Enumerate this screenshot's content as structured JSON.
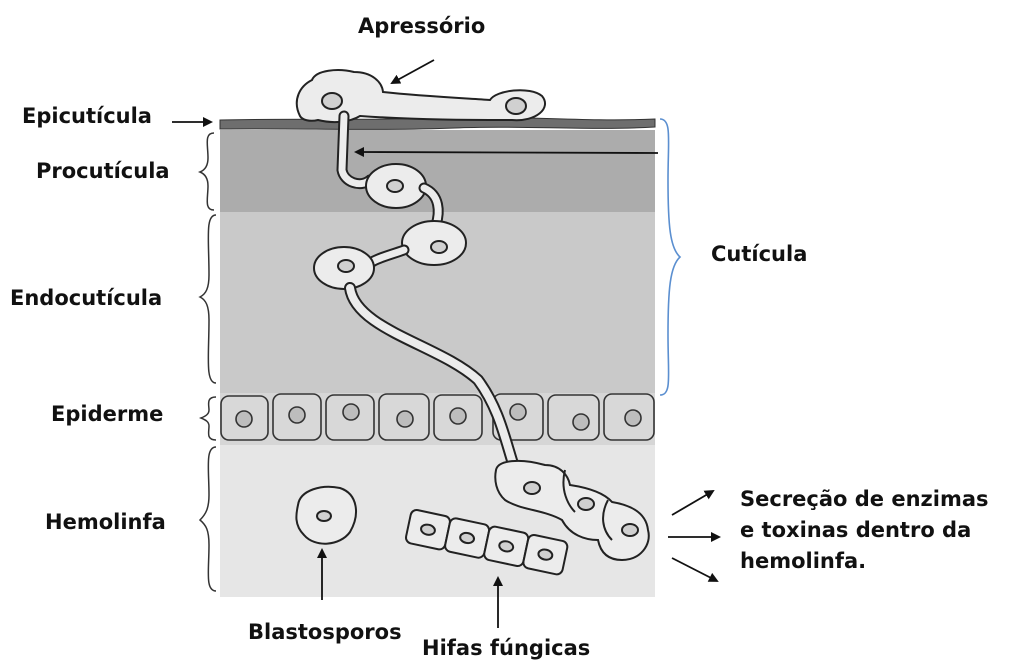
{
  "labels": {
    "apressorio": "Apressório",
    "epicuticula": "Epicutícula",
    "procuticula": "Procutícula",
    "endocuticula": "Endocutícula",
    "epiderme": "Epiderme",
    "hemolinfa": "Hemolinfa",
    "cuticula": "Cutícula",
    "blastosporos": "Blastosporos",
    "hifas": "Hifas fúngicas"
  },
  "secretion_note": {
    "line1": "Secreção de enzimas",
    "line2": "e toxinas dentro da",
    "line3": "hemolinfa."
  },
  "colors": {
    "epicuticle": "#6e6e6e",
    "procuticle": "#acacac",
    "endocuticle": "#c9c9c9",
    "epidermis_band": "#d6d6d6",
    "cell": "#d8d8d8",
    "hemolymph": "#e6e6e6",
    "fungus_fill": "#ececec",
    "outline": "#333333",
    "brace_blue": "#5b8fd0"
  }
}
